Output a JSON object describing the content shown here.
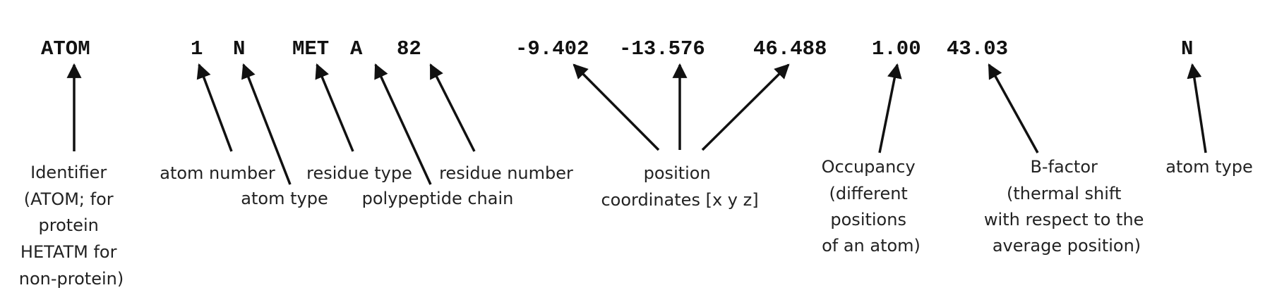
{
  "record": {
    "record_name": "ATOM",
    "atom_serial": "1",
    "atom_name": "N",
    "residue_name": "MET",
    "chain_id": "A",
    "residue_seq": "82",
    "x": "-9.402",
    "y": "-13.576",
    "z": "46.488",
    "occupancy": "1.00",
    "b_factor": "43.03",
    "element": "N"
  },
  "labels": {
    "identifier": [
      "Identifier",
      "(ATOM; for",
      "protein",
      "HETATM for",
      "non-protein)"
    ],
    "atom_number": "atom number",
    "atom_type_name": "atom type",
    "residue_type": "residue type",
    "polypeptide_chain": "polypeptide chain",
    "residue_number": "residue number",
    "position": [
      "position",
      "coordinates [x y z]"
    ],
    "occupancy": [
      "Occupancy",
      "(different",
      "positions",
      "of an atom)"
    ],
    "b_factor": [
      "B-factor",
      "(thermal shift",
      "with respect to the",
      "average position)"
    ],
    "atom_type_element": "atom type"
  }
}
